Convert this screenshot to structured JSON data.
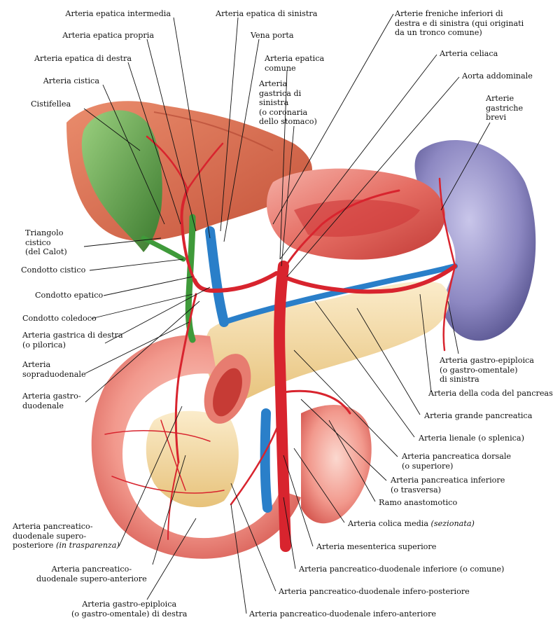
{
  "labels": {
    "epatica_intermedia": [
      "Arteria epatica intermedia"
    ],
    "epatica_sinistra": [
      "Arteria epatica di sinistra"
    ],
    "freniche": [
      "Arterie freniche inferiori di",
      "destra e di sinistra (qui originati",
      "da un tronco comune)"
    ],
    "epatica_propria": [
      "Arteria epatica propria"
    ],
    "vena_porta": [
      "Vena porta"
    ],
    "celiaca": [
      "Arteria celiaca"
    ],
    "epatica_destra": [
      "Arteria epatica di destra"
    ],
    "epatica_comune": [
      "Arteria epatica",
      "comune"
    ],
    "aorta": [
      "Aorta addominale"
    ],
    "cistica": [
      "Arteria cistica"
    ],
    "gastrica_sinistra": [
      "Arteria",
      "gastrica di",
      "sinistra",
      "(o coronaria",
      "dello stomaco)"
    ],
    "gastriche_brevi": [
      "Arterie",
      "gastriche",
      "brevi"
    ],
    "cistifellea": [
      "Cistifellea"
    ],
    "triangolo": [
      "Triangolo",
      "cistico",
      "(del Calot)"
    ],
    "condotto_cistico": [
      "Condotto cistico"
    ],
    "condotto_epatico": [
      "Condotto epatico"
    ],
    "coledoco": [
      "Condotto coledoco"
    ],
    "gastrica_destra": [
      "Arteria gastrica di destra",
      "(o pilorica)"
    ],
    "sopraduodenale": [
      "Arteria",
      "sopraduodenale"
    ],
    "gastroduodenale": [
      "Arteria gastro-",
      "duodenale"
    ],
    "gastroepiploica_sin": [
      "Arteria gastro-epiploica",
      "(o gastro-omentale)",
      "di sinistra"
    ],
    "coda_pancreas": [
      "Arteria della coda del pancreas"
    ],
    "grande_pancreatica": [
      "Arteria grande pancreatica"
    ],
    "lienale": [
      "Arteria lienale (o splenica)"
    ],
    "pancreatica_dorsale": [
      "Arteria pancreatica dorsale",
      "(o superiore)"
    ],
    "pancreatica_inferiore": [
      "Arteria pancreatica inferiore",
      "(o trasversa)"
    ],
    "anastomotico": [
      "Ramo anastomotico"
    ],
    "colica_media": [
      "Arteria colica media",
      "(sezionata)"
    ],
    "sup_posteriore": [
      "Arteria pancreatico-",
      "duodenale supero-",
      "posteriore",
      "(in trasparenza)"
    ],
    "mesenterica": [
      "Arteria mesenterica superiore"
    ],
    "sup_anteriore": [
      "Arteria pancreatico-",
      "duodenale supero-anteriore"
    ],
    "inferiore_comune": [
      "Arteria pancreatico-duodenale inferiore (o comune)"
    ],
    "infero_posteriore": [
      "Arteria pancreatico-duodenale infero-posteriore"
    ],
    "gastroepiploica_des": [
      "Arteria gastro-epiploica",
      "(o gastro-omentale) di destra"
    ],
    "infero_anteriore": [
      "Arteria pancreatico-duodenale infero-anteriore"
    ]
  },
  "colors": {
    "artery": "#d8242e",
    "vein": "#2a7fc9",
    "duct": "#3f9a3a",
    "gallbladder": "#5c9a45",
    "spleen": "#8a86bf",
    "stomach": "#e5736a",
    "duodenum": "#f09a8e",
    "pancreas": "#f3dca3",
    "liver": "#d9694f",
    "leader": "#111111"
  }
}
